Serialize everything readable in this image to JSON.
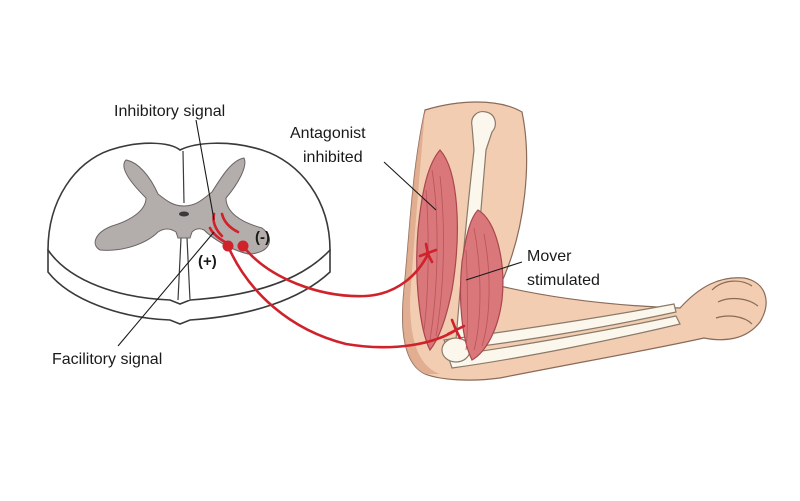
{
  "labels": {
    "inhibitory_signal": "Inhibitory signal",
    "facilitory_signal": "Facilitory signal",
    "antagonist_line1": "Antagonist",
    "antagonist_line2": "inhibited",
    "mover_line1": "Mover",
    "mover_line2": "stimulated",
    "minus_sign": "(-)",
    "plus_sign": "(+)"
  },
  "colors": {
    "nerve": "#d0222b",
    "grey_matter": "#b3adab",
    "white_matter": "#ffffff",
    "outline": "#3a3a3a",
    "skin": "#f2cdb2",
    "skin_shadow": "#dca68a",
    "muscle": "#d9777a",
    "muscle_dark": "#b9545a",
    "bone": "#fbf7ec"
  }
}
